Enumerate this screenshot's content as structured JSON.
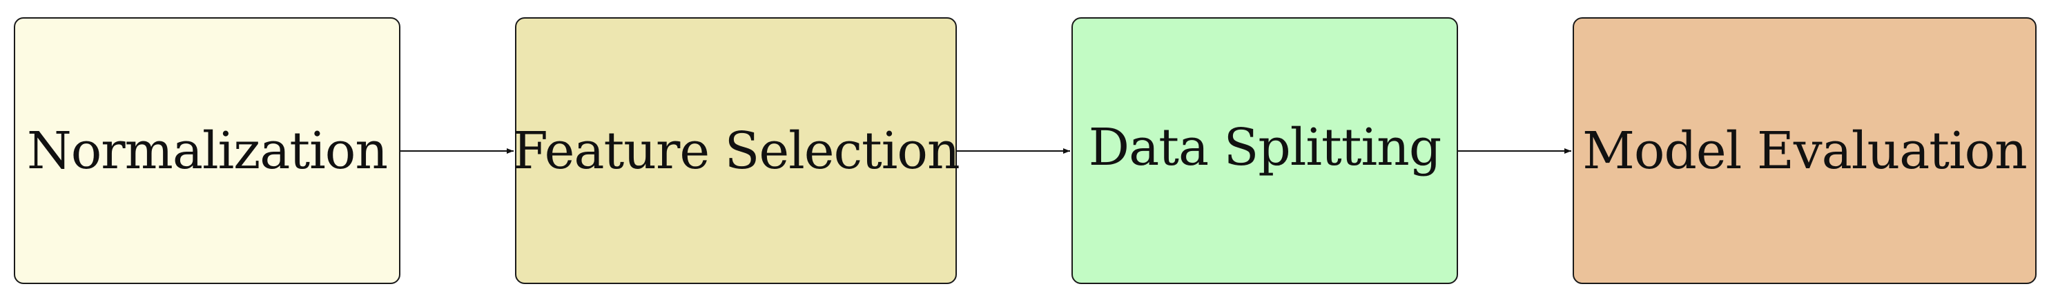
{
  "diagram": {
    "steps": [
      {
        "label": "Normalization",
        "color": "#fdfbe3"
      },
      {
        "label": "Feature Selection",
        "color": "#ede6b0"
      },
      {
        "label": "Data Splitting",
        "color": "#c2fbc4"
      },
      {
        "label": "Model Evaluation",
        "color": "#ebc29a"
      }
    ],
    "arrow_color": "#111111"
  }
}
